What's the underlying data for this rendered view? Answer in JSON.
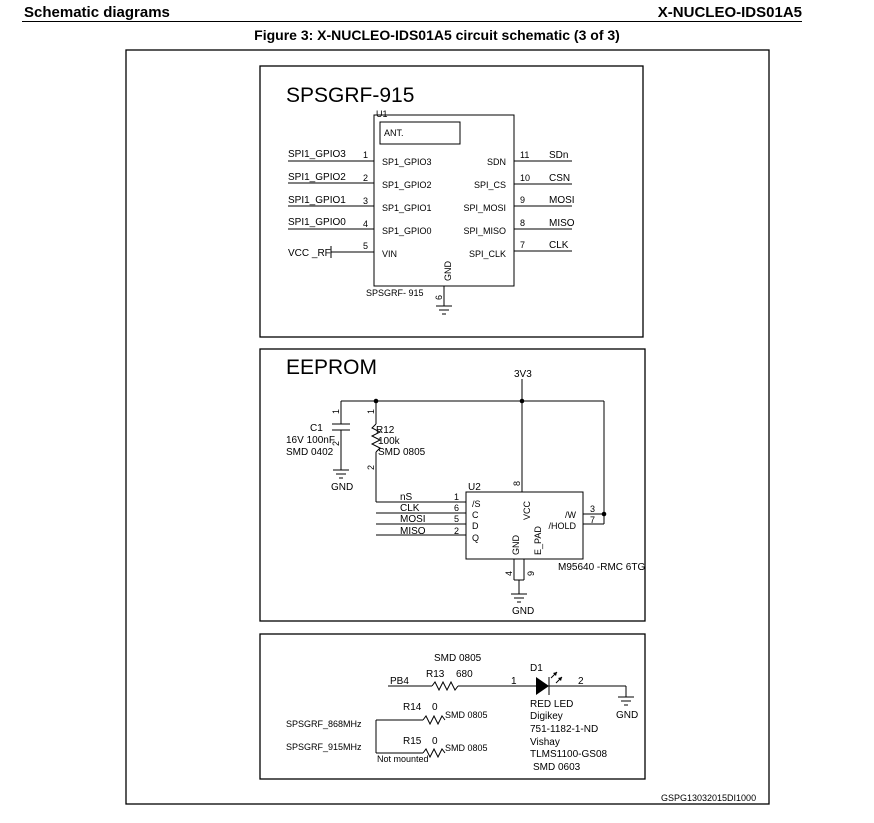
{
  "header": {
    "left": "Schematic diagrams",
    "right": "X-NUCLEO-IDS01A5"
  },
  "caption": "Figure 3: X-NUCLEO-IDS01A5 circuit schematic (3 of 3)",
  "rf": {
    "title": "SPSGRF-915",
    "ref": "U1",
    "part": "SPSGRF- 915",
    "ant": "ANT.",
    "gnd": "GND",
    "gnd_pin": "6",
    "left_pins": [
      {
        "net": "SPI1_GPIO3",
        "num": "1",
        "name": "SP1_GPIO3"
      },
      {
        "net": "SPI1_GPIO2",
        "num": "2",
        "name": "SP1_GPIO2"
      },
      {
        "net": "SPI1_GPIO1",
        "num": "3",
        "name": "SP1_GPIO1"
      },
      {
        "net": "SPI1_GPIO0",
        "num": "4",
        "name": "SP1_GPIO0"
      },
      {
        "net": "VCC _RF",
        "num": "5",
        "name": "VIN"
      }
    ],
    "right_pins": [
      {
        "name": "SDN",
        "num": "11",
        "net": "SDn"
      },
      {
        "name": "SPI_CS",
        "num": "10",
        "net": "CSN"
      },
      {
        "name": "SPI_MOSI",
        "num": "9",
        "net": "MOSI"
      },
      {
        "name": "SPI_MISO",
        "num": "8",
        "net": "MISO"
      },
      {
        "name": "SPI_CLK",
        "num": "7",
        "net": "CLK"
      }
    ]
  },
  "eeprom": {
    "title": "EEPROM",
    "rail": "3V3",
    "c1": {
      "ref": "C1",
      "spec1": "16V 100nF",
      "spec2": "SMD 0402",
      "pin1": "1",
      "pin2": "2"
    },
    "r12": {
      "ref": "R12",
      "value": "100k",
      "pkg": "SMD 0805",
      "pin1": "1",
      "pin2": "2"
    },
    "gnd": "GND",
    "u2": {
      "ref": "U2",
      "part": "M95640 -RMC 6TG",
      "left": [
        {
          "net": "nS",
          "num": "1",
          "name": "/S"
        },
        {
          "net": "CLK",
          "num": "6",
          "name": "C"
        },
        {
          "net": "MOSI",
          "num": "5",
          "name": "D"
        },
        {
          "net": "MISO",
          "num": "2",
          "name": "Q"
        }
      ],
      "right": [
        {
          "name": "/W",
          "num": "3"
        },
        {
          "name": "/HOLD",
          "num": "7"
        }
      ],
      "vcc": "VCC",
      "vcc_pin": "8",
      "gnd": "GND",
      "gnd_pin": "4",
      "epad": "E_PAD",
      "epad_pin": "9"
    }
  },
  "led": {
    "top_pkg": "SMD 0805",
    "pb4": "PB4",
    "r13": {
      "ref": "R13",
      "value": "680"
    },
    "d1": {
      "ref": "D1",
      "pin1": "1",
      "pin2": "2"
    },
    "gnd": "GND",
    "led_lines": [
      "RED LED",
      "Digikey",
      "751-1182-1-ND",
      "Vishay",
      "TLMS1100-GS08",
      "SMD 0603"
    ],
    "r14": {
      "ref": "R14",
      "value": "0",
      "pkg": "SMD 0805",
      "label": "SPSGRF_868MHz"
    },
    "r15": {
      "ref": "R15",
      "value": "0",
      "pkg": "SMD 0805",
      "label": "SPSGRF_915MHz",
      "note": "Not mounted"
    }
  },
  "footer_code": "GSPG13032015DI1000"
}
